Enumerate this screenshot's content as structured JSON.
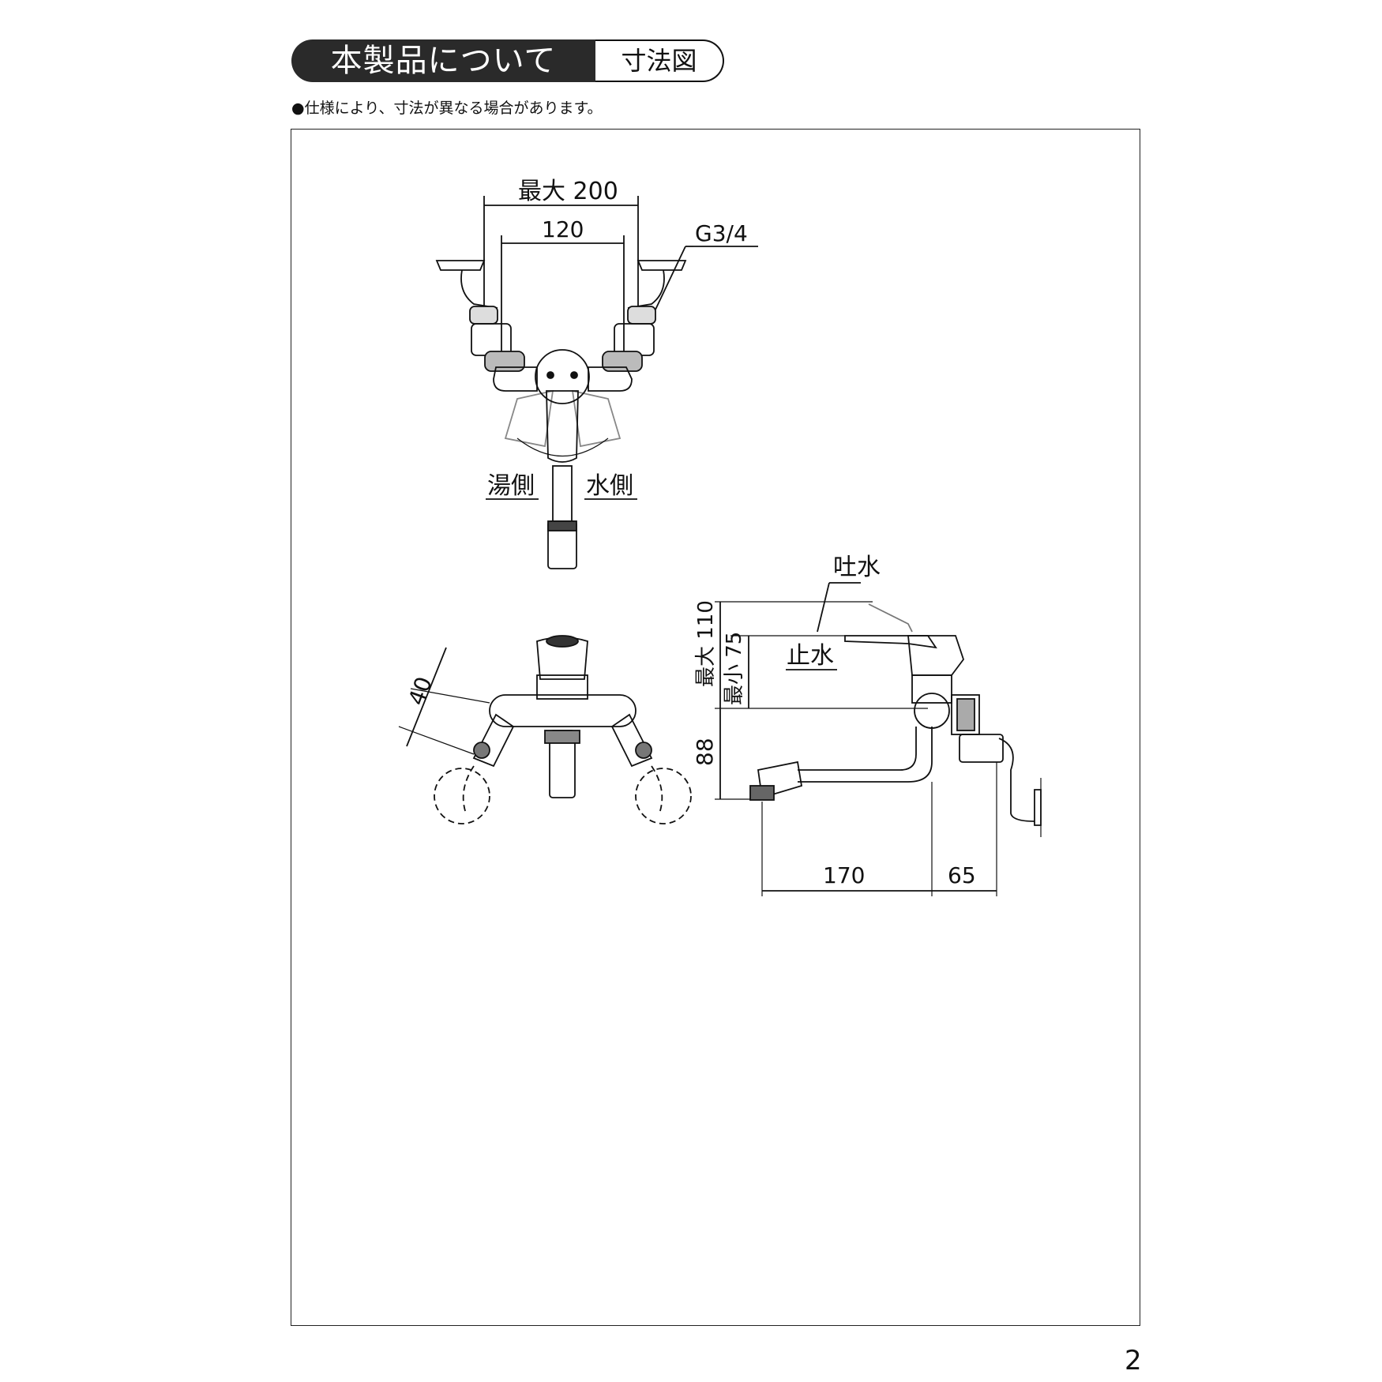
{
  "header": {
    "title": "本製品について",
    "subtitle": "寸法図"
  },
  "note": "●仕様により、寸法が異なる場合があります。",
  "page_number": "2",
  "front_view": {
    "dim_max_width": "最大 200",
    "dim_center": "120",
    "thread": "G3/4",
    "hot_side": "湯側",
    "cold_side": "水側"
  },
  "bottom_view": {
    "dim_offset": "40"
  },
  "side_view": {
    "outlet_on": "吐水",
    "outlet_off": "止水",
    "dim_max_height": "最大 110",
    "dim_min_height": "最小 75",
    "dim_lower": "88",
    "dim_spout": "170",
    "dim_wall": "65"
  }
}
